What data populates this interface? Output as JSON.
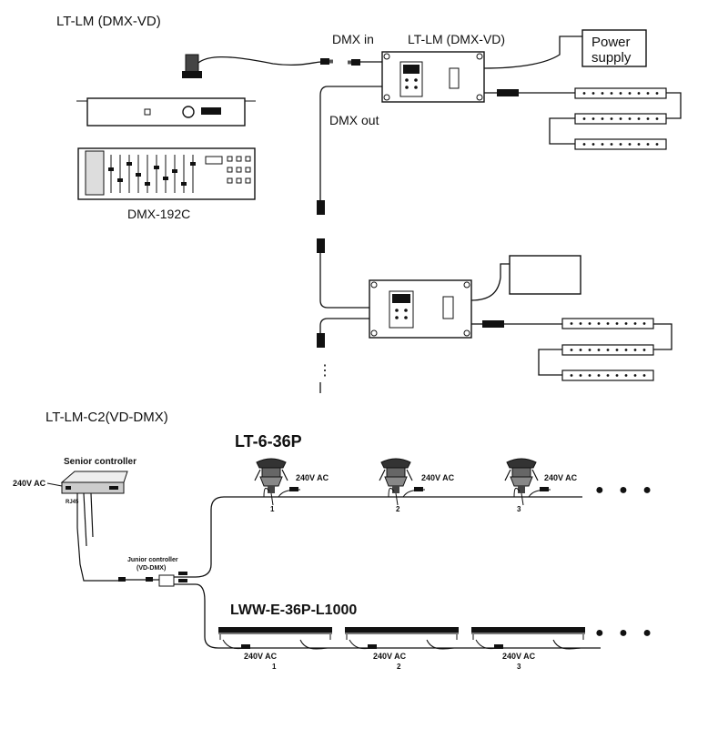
{
  "top_section": {
    "title": "LT-LM (DMX-VD)",
    "dmx_in_label": "DMX in",
    "dmx_out_label": "DMX out",
    "module_label": "LT-LM (DMX-VD)",
    "power_supply_line1": "Power",
    "power_supply_line2": "supply",
    "console_label": "DMX-192C",
    "continuation": "⋮"
  },
  "bottom_section": {
    "title": "LT-LM-C2(VD-DMX)",
    "senior_controller_label": "Senior controller",
    "senior_ac_label": "240V AC",
    "rj45_label": "RJ45",
    "junior_controller_line1": "Junior controller",
    "junior_controller_line2": "(VD-DMX)",
    "fixture_row1_label": "LT-6-36P",
    "fixture_row2_label": "LWW-E-36P-L1000",
    "row1_units": [
      {
        "ac": "240V AC",
        "number": "1"
      },
      {
        "ac": "240V AC",
        "number": "2"
      },
      {
        "ac": "240V AC",
        "number": "3"
      }
    ],
    "row2_units": [
      {
        "ac": "240V AC",
        "number": "1"
      },
      {
        "ac": "240V AC",
        "number": "2"
      },
      {
        "ac": "240V AC",
        "number": "3"
      }
    ],
    "more_indicator": "● ● ●"
  }
}
